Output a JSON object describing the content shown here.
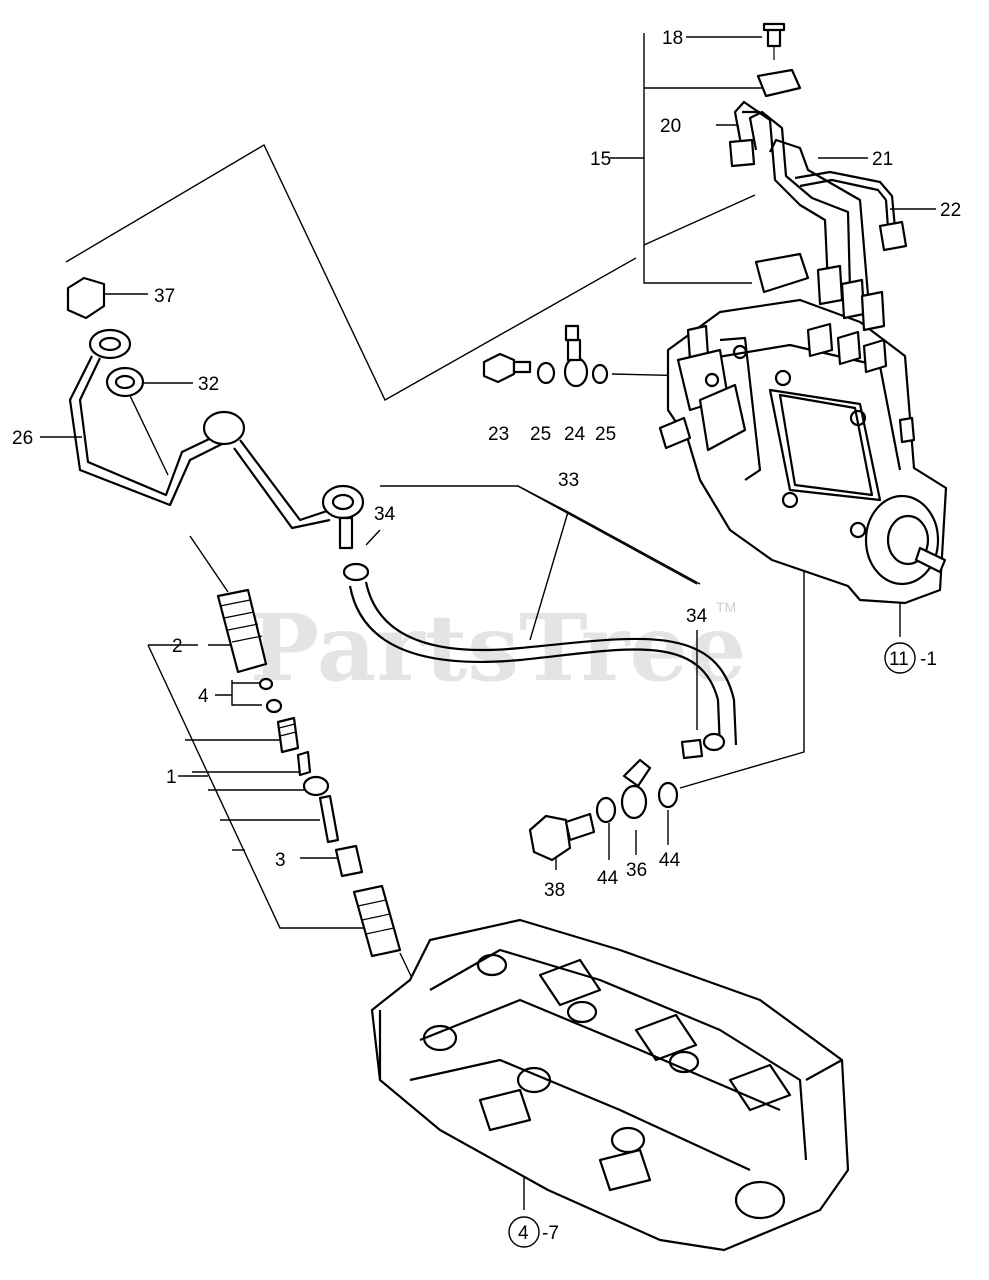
{
  "watermark": {
    "text": "PartsTree",
    "tm": "TM"
  },
  "labels": {
    "n18": "18",
    "n20": "20",
    "n15": "15",
    "n21": "21",
    "n22": "22",
    "n37": "37",
    "n32": "32",
    "n26": "26",
    "n23": "23",
    "n25a": "25",
    "n24": "24",
    "n25b": "25",
    "n33": "33",
    "n34a": "34",
    "n34b": "34",
    "n2": "2",
    "n4": "4",
    "n1": "1",
    "n3": "3",
    "n38": "38",
    "n44a": "44",
    "n36": "36",
    "n44b": "44",
    "ref11": "11",
    "ref11_suffix": "-1",
    "ref4": "4",
    "ref4_suffix": "-7"
  }
}
